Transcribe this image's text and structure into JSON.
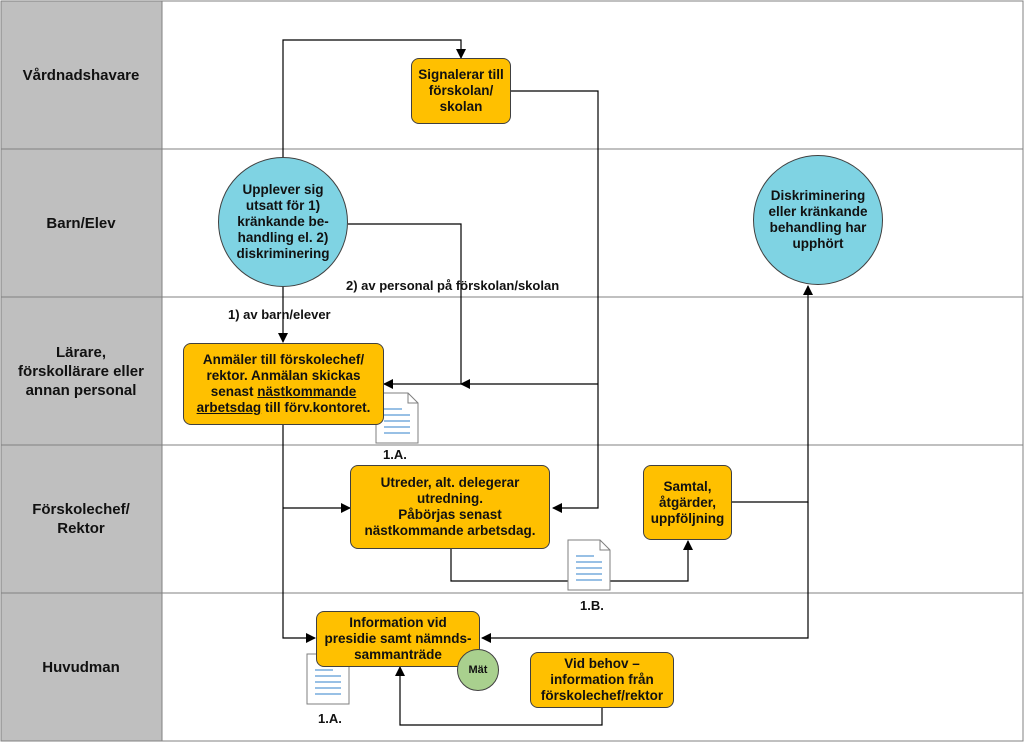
{
  "lanes": [
    {
      "label": "Vårdnadshavare"
    },
    {
      "label": "Barn/Elev"
    },
    {
      "label": "Lärare,\nförskollärare eller\nannan personal"
    },
    {
      "label": "Förskolechef/\nRektor"
    },
    {
      "label": "Huvudman"
    }
  ],
  "nodes": {
    "signalerar": "Signalerar till\nförskolan/\nskolan",
    "upplever": "Upplever sig\nutsatt för 1)\nkränkande be-\nhandling el. 2)\ndiskriminering",
    "diskriminering_upphort": "Diskriminering\neller kränkande\nbehandling har\nupphört",
    "anmaler_line1": "Anmäler till förskolechef/",
    "anmaler_line2": "rektor. Anmälan skickas",
    "anmaler_line3": "senast ",
    "anmaler_underlined1": "nästkommande",
    "anmaler_underlined2": "arbetsdag",
    "anmaler_line4_rest": " till förv.kontoret.",
    "utreder": "Utreder, alt. delegerar\nutredning.\nPåbörjas senast\nnästkommande arbetsdag.",
    "samtal": "Samtal,\nåtgärder,\nuppföljning",
    "information": "Information vid\npresidie samt nämnds-\nsammanträde",
    "mat": "Mät",
    "vid_behov": "Vid behov –\ninformation från\nförskolechef/rektor"
  },
  "edge_labels": {
    "av_barn": "1) av barn/elever",
    "av_personal": "2) av personal på förskolan/skolan"
  },
  "doc_labels": {
    "doc1": "1.A.",
    "doc2": "1.B.",
    "doc3": "1.A."
  },
  "colors": {
    "lane_header": "#bfbfbf",
    "process": "#ffc000",
    "event": "#7fd3e3",
    "measure": "#a9d08e"
  }
}
